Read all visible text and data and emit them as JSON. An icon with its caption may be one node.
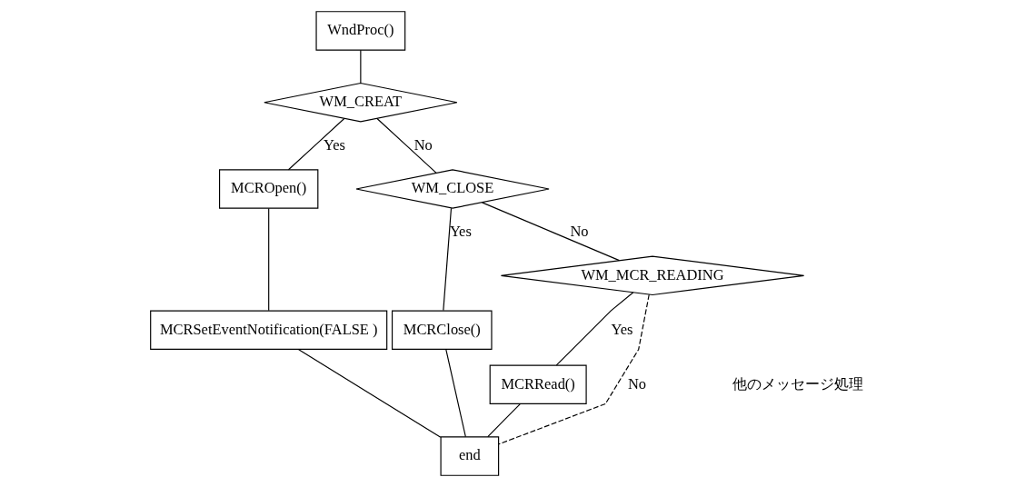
{
  "diagram": {
    "nodes": [
      {
        "text": [
          "WndProc()"
        ]
      },
      {
        "text": [
          "WM_CREAT"
        ]
      },
      {
        "text": [
          "MCROpen()"
        ]
      },
      {
        "text": [
          "MCRSetEventNotification(FALSE )"
        ]
      },
      {
        "text": [
          "WM_CLOSE"
        ]
      },
      {
        "text": [
          "MCRClose()"
        ]
      },
      {
        "text": [
          "WM_MCR_READING"
        ]
      },
      {
        "text": [
          "MCRRead()"
        ]
      },
      {
        "text": [
          "end"
        ]
      }
    ],
    "edges": [
      {
        "from": 0,
        "to": 1,
        "arrow": "none"
      },
      {
        "from": 1,
        "to": 2,
        "arrow": "none",
        "label": "Yes"
      },
      {
        "from": 1,
        "to": 4,
        "arrow": "none",
        "label": "No"
      },
      {
        "from": 2,
        "to": 3,
        "arrow": "none"
      },
      {
        "from": 3,
        "to": 8,
        "arrow": "none"
      },
      {
        "from": 4,
        "to": 5,
        "arrow": "none",
        "label": "Yes"
      },
      {
        "from": 4,
        "to": 6,
        "arrow": "none",
        "label": "No"
      },
      {
        "from": 5,
        "to": 8,
        "arrow": "none"
      },
      {
        "from": 6,
        "to": 7,
        "arrow": "none",
        "label": "Yes"
      },
      {
        "from": 7,
        "to": 8,
        "arrow": "none"
      },
      {
        "from": 6,
        "to": 8,
        "arrow": "none",
        "label": "No",
        "style": "dashed"
      }
    ],
    "labels": [
      "他のメッセージ処理"
    ]
  }
}
